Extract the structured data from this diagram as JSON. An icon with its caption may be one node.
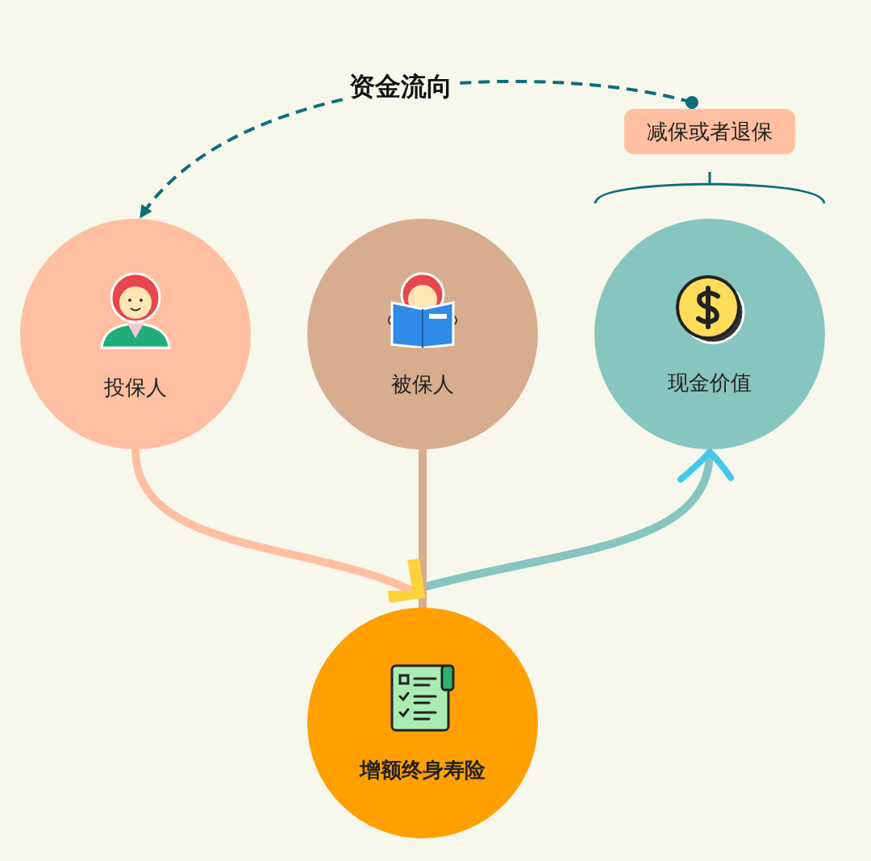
{
  "diagram": {
    "nodes": [
      {
        "text": [
          "投保人"
        ]
      },
      {
        "text": [
          "被保人"
        ]
      },
      {
        "text": [
          "现金价值"
        ]
      },
      {
        "text": [
          "增额终身寿险"
        ]
      },
      {
        "text": [
          "减保或者退保"
        ]
      }
    ],
    "edges": [
      {
        "from": 0,
        "to": 3,
        "arrow": "to",
        "color": "#ffbfa0"
      },
      {
        "from": 1,
        "to": 3,
        "arrow": "none",
        "color": "#d8ac8e"
      },
      {
        "from": 3,
        "to": 2,
        "arrow": "to",
        "color": "#86c5c0"
      },
      {
        "from": 4,
        "to": 0,
        "arrow": "to",
        "label": "资金流向",
        "style": "dashed",
        "color": "#0d6e78"
      }
    ]
  }
}
